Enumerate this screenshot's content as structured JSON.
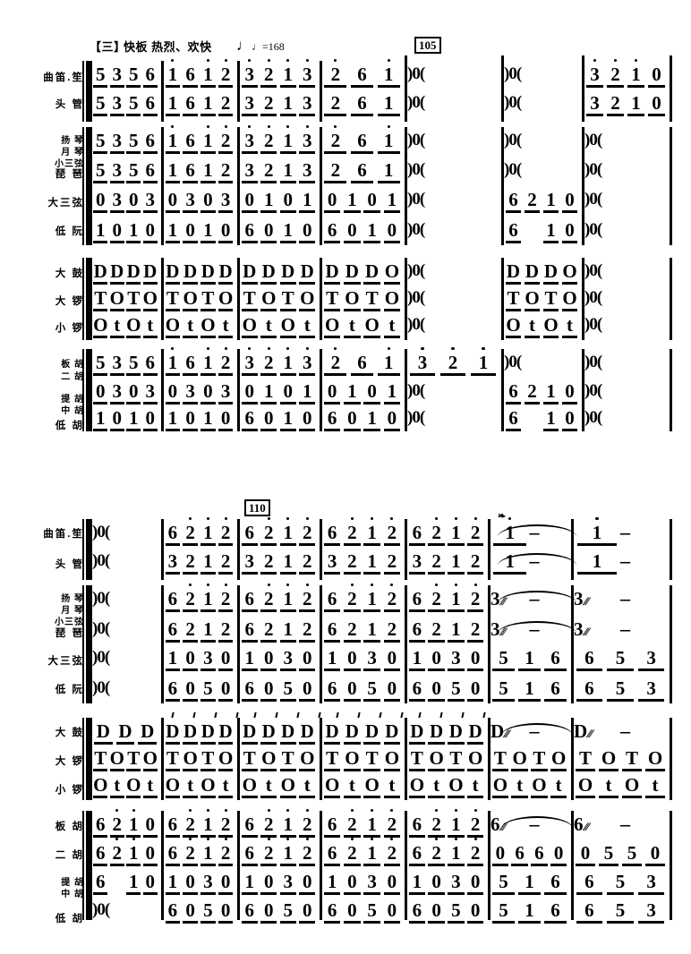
{
  "page": {
    "section_marker": "【三】",
    "tempo_words": "快板  热烈、欢快",
    "tempo_mark": "♩=168",
    "measure_numbers": [
      "105",
      "110"
    ]
  },
  "instrument_labels": {
    "dizi_sheng": "曲笛.笙",
    "touguan": "头  管",
    "yangqin": "扬  琴",
    "yueqin": "月  琴",
    "xiaosanxian": "小三弦",
    "pipa": "琵    琶",
    "dasanxian": "大三弦",
    "diruan": "低  阮",
    "dagu": "大    鼓",
    "daluo": "大    锣",
    "xiaoluo": "小    锣",
    "banhu": "板  胡",
    "erhu": "二  胡",
    "tihu": "提  胡",
    "zhonghu": "中  胡",
    "dihu": "低  胡"
  },
  "symbols": {
    "gong_rest": ")0(",
    "dash": "–",
    "marcato": "❧"
  },
  "system1": {
    "staves": [
      {
        "name": "曲笛.笙",
        "measures": [
          [
            "5",
            "3",
            "5",
            "6"
          ],
          [
            "1̇",
            "6",
            "1̇",
            "2̇"
          ],
          [
            "3̇",
            "2̇",
            "1̇",
            "3̇"
          ],
          [
            "2̇",
            "6",
            "1̇"
          ],
          [
            ")0("
          ],
          [
            ")0("
          ],
          [
            "3̇",
            "2̇",
            "1̇",
            "0"
          ]
        ]
      },
      {
        "name": "头管",
        "measures": [
          [
            "5",
            "3",
            "5",
            "6"
          ],
          [
            "1",
            "6",
            "1",
            "2"
          ],
          [
            "3",
            "2",
            "1",
            "3"
          ],
          [
            "2",
            "6",
            "1"
          ],
          [
            ")0("
          ],
          [
            ")0("
          ],
          [
            "3",
            "2",
            "1",
            "0"
          ]
        ]
      },
      {
        "name": "扬琴月琴小三弦",
        "measures": [
          [
            "5",
            "3",
            "5",
            "6"
          ],
          [
            "1̇",
            "6",
            "1̇",
            "2̇"
          ],
          [
            "3̇",
            "2̇",
            "1̇",
            "3̇"
          ],
          [
            "2̇",
            "6",
            "1̇"
          ],
          [
            ")0("
          ],
          [
            ")0("
          ],
          [
            ")0("
          ]
        ]
      },
      {
        "name": "琵琶",
        "measures": [
          [
            "5",
            "3",
            "5",
            "6"
          ],
          [
            "1",
            "6",
            "1",
            "2"
          ],
          [
            "3",
            "2",
            "1",
            "3"
          ],
          [
            "2",
            "6",
            "1"
          ],
          [
            ")0("
          ],
          [
            ")0("
          ],
          [
            ")0("
          ]
        ]
      },
      {
        "name": "大三弦",
        "measures": [
          [
            "0",
            "3",
            "0",
            "3"
          ],
          [
            "0",
            "3",
            "0",
            "3"
          ],
          [
            "0",
            "1",
            "0",
            "1"
          ],
          [
            "0",
            "1",
            "0",
            "1"
          ],
          [
            ")0("
          ],
          [
            "6",
            "2",
            "1",
            "0"
          ],
          [
            ")0("
          ]
        ]
      },
      {
        "name": "低阮",
        "measures": [
          [
            "1",
            "0",
            "1",
            "0"
          ],
          [
            "1",
            "0",
            "1",
            "0"
          ],
          [
            "6",
            "0",
            "1",
            "0"
          ],
          [
            "6",
            "0",
            "1",
            "0"
          ],
          [
            ")0("
          ],
          [
            "6",
            "",
            "1",
            "0"
          ],
          [
            ")0("
          ]
        ]
      },
      {
        "name": "大鼓",
        "measures": [
          [
            "D",
            "D",
            "D",
            "D"
          ],
          [
            "D",
            "D",
            "D",
            "D"
          ],
          [
            "D",
            "D",
            "D",
            "D"
          ],
          [
            "D",
            "D",
            "D",
            "O"
          ],
          [
            ")0("
          ],
          [
            "D",
            "D",
            "D",
            "O"
          ],
          [
            ")0("
          ]
        ]
      },
      {
        "name": "大锣",
        "measures": [
          [
            "T",
            "O",
            "T",
            "O"
          ],
          [
            "T",
            "O",
            "T",
            "O"
          ],
          [
            "T",
            "O",
            "T",
            "O"
          ],
          [
            "T",
            "O",
            "T",
            "O"
          ],
          [
            ")0("
          ],
          [
            "T",
            "O",
            "T",
            "O"
          ],
          [
            ")0("
          ]
        ]
      },
      {
        "name": "小锣",
        "measures": [
          [
            "O",
            "t",
            "O",
            "t"
          ],
          [
            "O",
            "t",
            "O",
            "t"
          ],
          [
            "O",
            "t",
            "O",
            "t"
          ],
          [
            "O",
            "t",
            "O",
            "t"
          ],
          [
            ")0("
          ],
          [
            "O",
            "t",
            "O",
            "t"
          ],
          [
            ")0("
          ]
        ]
      },
      {
        "name": "板胡二胡",
        "measures": [
          [
            "5",
            "3",
            "5",
            "6"
          ],
          [
            "1̇",
            "6",
            "1̇",
            "2̇"
          ],
          [
            "3̇",
            "2̇",
            "1̇",
            "3̇"
          ],
          [
            "2̇",
            "6",
            "1̇"
          ],
          [
            "3̇",
            "2̇",
            "1̇"
          ],
          [
            ")0("
          ],
          [
            ")0("
          ]
        ]
      },
      {
        "name": "提胡中胡",
        "measures": [
          [
            "0",
            "3",
            "0",
            "3"
          ],
          [
            "0",
            "3",
            "0",
            "3"
          ],
          [
            "0",
            "1",
            "0",
            "1"
          ],
          [
            "0",
            "1",
            "0",
            "1"
          ],
          [
            ")0("
          ],
          [
            "6",
            "2",
            "1",
            "0"
          ],
          [
            ")0("
          ]
        ]
      },
      {
        "name": "低胡",
        "measures": [
          [
            "1",
            "0",
            "1",
            "0"
          ],
          [
            "1",
            "0",
            "1",
            "0"
          ],
          [
            "6",
            "0",
            "1",
            "0"
          ],
          [
            "6",
            "0",
            "1",
            "0"
          ],
          [
            ")0("
          ],
          [
            "6",
            "",
            "1",
            "0"
          ],
          [
            ")0("
          ]
        ]
      }
    ]
  },
  "system2": {
    "staves": [
      {
        "name": "曲笛.笙",
        "measures": [
          [
            ")0("
          ],
          [
            "6",
            "2̇",
            "1̇",
            "2̇"
          ],
          [
            "6",
            "2̇",
            "1̇",
            "2̇"
          ],
          [
            "6",
            "2̇",
            "1̇",
            "2̇"
          ],
          [
            "6",
            "2̇",
            "1̇",
            "2̇"
          ],
          [
            "1̇",
            "–"
          ],
          [
            "1̇",
            "–"
          ]
        ]
      },
      {
        "name": "头管",
        "measures": [
          [
            ")0("
          ],
          [
            "3",
            "2",
            "1",
            "2"
          ],
          [
            "3",
            "2",
            "1",
            "2"
          ],
          [
            "3",
            "2",
            "1",
            "2"
          ],
          [
            "3",
            "2",
            "1",
            "2"
          ],
          [
            "1",
            "–"
          ],
          [
            "1",
            "–"
          ]
        ]
      },
      {
        "name": "扬琴月琴小三弦",
        "measures": [
          [
            ")0("
          ],
          [
            "6",
            "2̇",
            "1̇",
            "2̇"
          ],
          [
            "6",
            "2̇",
            "1̇",
            "2̇"
          ],
          [
            "6",
            "2̇",
            "1̇",
            "2̇"
          ],
          [
            "6",
            "2̇",
            "1̇",
            "2̇"
          ],
          [
            "3≋",
            "–"
          ],
          [
            "3≋",
            "–"
          ]
        ]
      },
      {
        "name": "琵琶",
        "measures": [
          [
            ")0("
          ],
          [
            "6",
            "2",
            "1",
            "2"
          ],
          [
            "6",
            "2",
            "1",
            "2"
          ],
          [
            "6",
            "2",
            "1",
            "2"
          ],
          [
            "6",
            "2",
            "1",
            "2"
          ],
          [
            "3≋",
            "–"
          ],
          [
            "3≋",
            "–"
          ]
        ]
      },
      {
        "name": "大三弦",
        "measures": [
          [
            ")0("
          ],
          [
            "1",
            "0",
            "3",
            "0"
          ],
          [
            "1",
            "0",
            "3",
            "0"
          ],
          [
            "1",
            "0",
            "3",
            "0"
          ],
          [
            "1",
            "0",
            "3",
            "0"
          ],
          [
            "5",
            "1",
            "6"
          ],
          [
            "6",
            "5",
            "3"
          ]
        ]
      },
      {
        "name": "低阮",
        "measures": [
          [
            ")0("
          ],
          [
            "6",
            "0",
            "5",
            "0"
          ],
          [
            "6",
            "0",
            "5",
            "0"
          ],
          [
            "6",
            "0",
            "5",
            "0"
          ],
          [
            "6",
            "0",
            "5",
            "0"
          ],
          [
            "5",
            "1",
            "6"
          ],
          [
            "6",
            "5",
            "3"
          ]
        ]
      },
      {
        "name": "大鼓",
        "measures": [
          [
            "D",
            "D",
            "D"
          ],
          [
            "D",
            "D",
            "D",
            "D"
          ],
          [
            "D",
            "D",
            "D",
            "D"
          ],
          [
            "D",
            "D",
            "D",
            "D"
          ],
          [
            "D",
            "D",
            "D",
            "D"
          ],
          [
            "D≋",
            "–"
          ],
          [
            "D≋",
            "–"
          ]
        ]
      },
      {
        "name": "大锣",
        "measures": [
          [
            "T",
            "O",
            "T",
            "O"
          ],
          [
            "T",
            "O",
            "T",
            "O"
          ],
          [
            "T",
            "O",
            "T",
            "O"
          ],
          [
            "T",
            "O",
            "T",
            "O"
          ],
          [
            "T",
            "O",
            "T",
            "O"
          ],
          [
            "T",
            "O",
            "T",
            "O"
          ],
          [
            "T",
            "O",
            "T",
            "O"
          ]
        ]
      },
      {
        "name": "小锣",
        "measures": [
          [
            "O",
            "t",
            "O",
            "t"
          ],
          [
            "O",
            "t",
            "O",
            "t"
          ],
          [
            "O",
            "t",
            "O",
            "t"
          ],
          [
            "O",
            "t",
            "O",
            "t"
          ],
          [
            "O",
            "t",
            "O",
            "t"
          ],
          [
            "O",
            "t",
            "O",
            "t"
          ],
          [
            "O",
            "t",
            "O",
            "t"
          ]
        ]
      },
      {
        "name": "板胡",
        "measures": [
          [
            "6",
            "2̇",
            "1̇",
            "0"
          ],
          [
            "6",
            "2̇",
            "1̇",
            "2̇"
          ],
          [
            "6",
            "2̇",
            "1̇",
            "2̇"
          ],
          [
            "6",
            "2̇",
            "1̇",
            "2̇"
          ],
          [
            "6",
            "2̇",
            "1̇",
            "2̇"
          ],
          [
            "6≋",
            "–"
          ],
          [
            "6≋",
            "–"
          ]
        ]
      },
      {
        "name": "二胡",
        "measures": [
          [
            "6",
            "2̇",
            "1̇",
            "0"
          ],
          [
            "6",
            "2̇",
            "1̇",
            "2̇"
          ],
          [
            "6",
            "2̇",
            "1̇",
            "2̇"
          ],
          [
            "6",
            "2̇",
            "1̇",
            "2̇"
          ],
          [
            "6",
            "2̇",
            "1̇",
            "2̇"
          ],
          [
            "0",
            "6",
            "6",
            "0"
          ],
          [
            "0",
            "5",
            "5",
            "0"
          ]
        ]
      },
      {
        "name": "提胡中胡",
        "measures": [
          [
            "6",
            "",
            "1",
            "0"
          ],
          [
            "1",
            "0",
            "3",
            "0"
          ],
          [
            "1",
            "0",
            "3",
            "0"
          ],
          [
            "1",
            "0",
            "3",
            "0"
          ],
          [
            "1",
            "0",
            "3",
            "0"
          ],
          [
            "5",
            "1",
            "6"
          ],
          [
            "6",
            "5",
            "3"
          ]
        ]
      },
      {
        "name": "低胡",
        "measures": [
          [
            ")0("
          ],
          [
            "6",
            "0",
            "5",
            "0"
          ],
          [
            "6",
            "0",
            "5",
            "0"
          ],
          [
            "6",
            "0",
            "5",
            "0"
          ],
          [
            "6",
            "0",
            "5",
            "0"
          ],
          [
            "5",
            "1",
            "6"
          ],
          [
            "6",
            "5",
            "3"
          ]
        ]
      }
    ]
  }
}
